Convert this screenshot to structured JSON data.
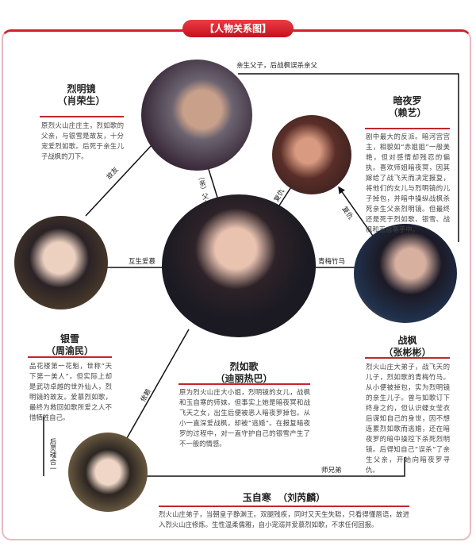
{
  "title": "【人物关系图】",
  "characters": {
    "lie_mingjing": {
      "name": "烈明镜",
      "actor": "（肖荣生）",
      "desc": "原烈火山庄庄主，烈如歌的父亲，与银雪是故友，十分宠爱烈如歌。后死于亲生儿子战枫的刀下。"
    },
    "an_yeluo": {
      "name": "暗夜罗",
      "actor": "（赖艺）",
      "desc": "剧中最大的反派。暗河宫宫主，相貌如“赤姐姐”一般美艳，但对感情却残忍的偏执。喜欢师姐暗夜冥，因其嫁给了战飞天而决定报复，将他们的女儿与烈明镜的儿子掉包，并暗中操纵战枫杀死亲生父亲烈明镜。但最终还是死于烈如歌、银雪、战枫和玉自寒手中。"
    },
    "yin_xue": {
      "name": "银雪",
      "actor": "（周渝民）",
      "desc": "品花楼第一花魁，世称“天下第一美人”，但实际上却是武功卓越的世外仙人，烈明镜的故友。爱慕烈如歌，最终为救回如歌所爱之人不惜牺牲自己。"
    },
    "lie_ruge": {
      "name": "烈如歌",
      "actor": "（迪丽热巴）",
      "desc": "原为烈火山庄大小姐，烈明镜的女儿，战枫和玉自寒的师妹。但事实上她是暗夜冥和战飞天之女，出生后便被恶人暗夜罗掉包。从小一直深爱战枫，却被“逃婚”。在报复暗夜罗的过程中，对一直守护自己的银雪产生了不一般的情感。"
    },
    "zhan_feng": {
      "name": "战枫",
      "actor": "（张彬彬）",
      "desc": "烈火山庄大弟子，战飞天的儿子，烈如歌的青梅竹马。从小便被掉包，实为烈明镜的亲生儿子。曾与如歌订下终身之约，但认识蝶女莹衣后谋知自己的身世，因不想连累烈如歌而逃婚，还在暗夜罗的暗中操控下杀死烈明镜。后得知自己“误杀”了亲生父亲，开始向暗夜罗寻仇。"
    },
    "yu_zihan": {
      "name": "玉自寒",
      "actor": "（刘芮麟）",
      "desc": "烈火山庄弟子，当朝皇子静渊王。双腿残疾，同时又天生失聪，只看得懂唇语，故进入烈火山庄修炼。生性温柔儒雅，自小宠溺并爱慕烈如歌，不求任何回报。"
    }
  },
  "relations": {
    "father_son": "亲生父子，后战枫误杀亲父",
    "old_friends": "故友",
    "father_daughter": "（亲）父女",
    "revenge_1": "复仇",
    "revenge_2": "复仇",
    "mutual_love": "互生爱慕",
    "childhood": "青梅竹马",
    "reliance": "依赖",
    "soul_merge": "后灵魂合一",
    "brothers": "师兄弟"
  },
  "colors": {
    "accent": "#c3121d",
    "frame": "#e9b9bf"
  }
}
